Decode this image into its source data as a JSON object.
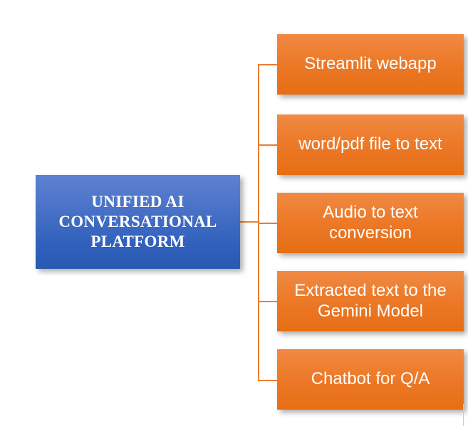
{
  "diagram": {
    "type": "hierarchy-tree",
    "orientation": "left-root-right-leaves",
    "background_color": "#FFFFFF",
    "root": {
      "label": "UNIFIED AI\nCONVERSATIONAL\nPLATFORM",
      "fill_top": "#5E82D2",
      "fill_bottom": "#2A59AE",
      "text_color": "#FFFFFF"
    },
    "connector": {
      "color": "#ED7D31",
      "style": "orthogonal-elbow"
    },
    "leaves": [
      {
        "id": "streamlit-webapp",
        "label": "Streamlit webapp",
        "fill_top": "#F08A45",
        "fill_bottom": "#E76E14",
        "text_color": "#FFFFFF"
      },
      {
        "id": "word-pdf-file-to-text",
        "label": "word/pdf file to text",
        "fill_top": "#F08A45",
        "fill_bottom": "#E76E14",
        "text_color": "#FFFFFF"
      },
      {
        "id": "audio-to-text-conversion",
        "label": "Audio to text\nconversion",
        "fill_top": "#F08A45",
        "fill_bottom": "#E76E14",
        "text_color": "#FFFFFF"
      },
      {
        "id": "extracted-text-to-gemini-model",
        "label": "Extracted text to the\nGemini Model",
        "fill_top": "#F08A45",
        "fill_bottom": "#E76E14",
        "text_color": "#FFFFFF"
      },
      {
        "id": "chatbot-for-qa",
        "label": "Chatbot for Q/A",
        "fill_top": "#F08A45",
        "fill_bottom": "#E76E14",
        "text_color": "#FFFFFF"
      }
    ]
  }
}
